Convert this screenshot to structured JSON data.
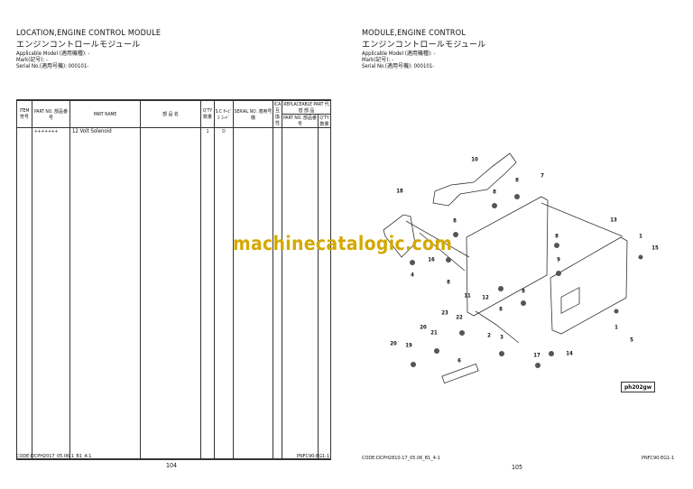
{
  "left_page": {
    "title_en": "LOCATION,ENGINE CONTROL MODULE",
    "title_jp": "エンジンコントロールモジュール",
    "applicable_model": "Applicable Model (適用機種): -",
    "mark": "Mark(記号): -",
    "serial": "Serial No.(適用号機): 000101-",
    "table": {
      "headers": {
        "item": "ITEM 符号",
        "part_no": "PART NO. 部品番号",
        "part_name": "PART NAME",
        "part_name_jp": "部 品 名",
        "qty": "Q'TY 数量",
        "sc": "S.C ｻｰﾋﾞｽ ｺｰﾄﾞ",
        "serial_no": "SERIAL NO. 適用号機",
        "ica": "ICA 互換性",
        "replaceable": "REPLACEABLE PART 代 替 部 品",
        "rep_part_no": "PART NO. 部品番号",
        "rep_qty": "Q'TY 数量"
      },
      "rows": [
        {
          "item": "",
          "part_no": "+++++++",
          "part_name": "12 Volt Solenoid",
          "part_name_jp": "",
          "qty": "1",
          "sc": "D",
          "serial_no": "",
          "ica": "",
          "rep_part_no": "",
          "rep_qty": ""
        }
      ]
    },
    "code": "CODE:DCPH2017_05.06.1_B1_4-1",
    "ref": "PNFC90-EG1-1",
    "page_number": "104"
  },
  "right_page": {
    "title_en": "MODULE,ENGINE CONTROL",
    "title_jp": "エンジンコントロールモジュール",
    "applicable_model": "Applicable Model (適用機種): -",
    "mark": "Mark(記号): -",
    "serial": "Serial No.(適用号機): 000101-",
    "diagram_id": "ph202gw",
    "callouts": [
      "10",
      "7",
      "8",
      "8",
      "18",
      "8",
      "13",
      "1",
      "15",
      "16",
      "4",
      "8",
      "8",
      "9",
      "8",
      "8",
      "11",
      "12",
      "23",
      "22",
      "20",
      "21",
      "2",
      "3",
      "1",
      "5",
      "20",
      "19",
      "6",
      "17",
      "14"
    ],
    "code": "CODE:DCPH2810-17_05.06_B1_4-1",
    "ref": "PNFC90-EG1-1",
    "page_number": "105"
  },
  "watermark": "machinecatalogic.com",
  "colors": {
    "watermark": "#d4a800"
  }
}
